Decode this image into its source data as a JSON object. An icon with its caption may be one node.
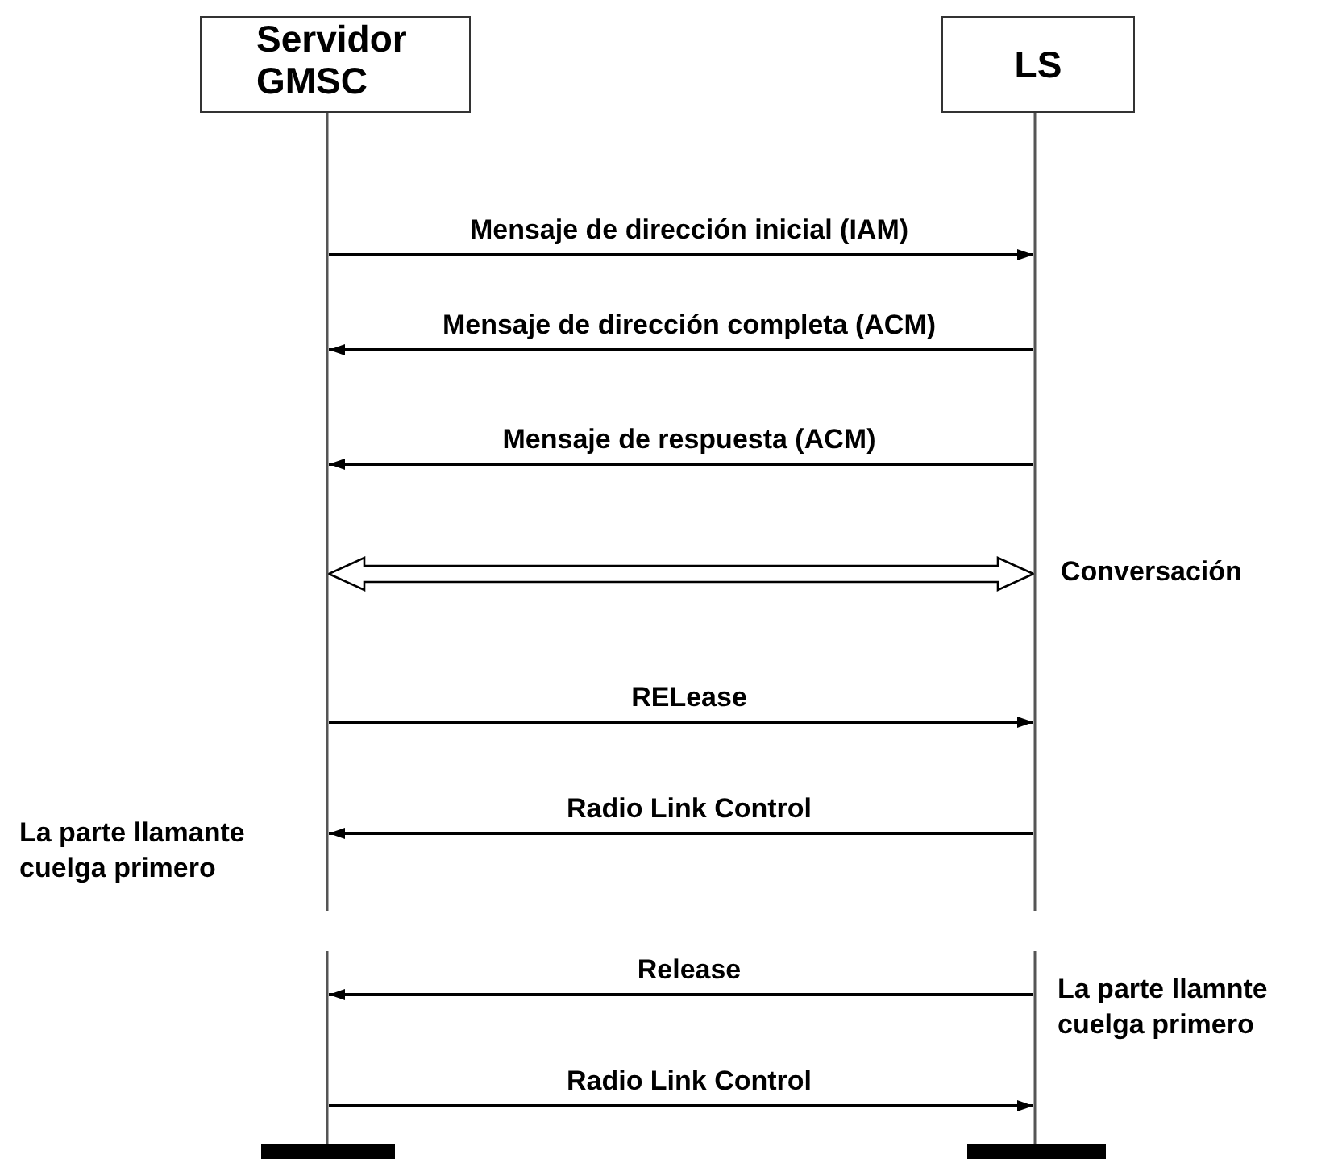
{
  "diagram": {
    "nodes": [
      {
        "text": [
          "Servidor GMSC"
        ]
      },
      {
        "text": [
          "LS"
        ]
      },
      {
        "text": [],
        "shape": "line"
      },
      {
        "text": [],
        "shape": "line"
      }
    ],
    "edges": [
      {
        "from": 2,
        "to": 3,
        "arrow": "to",
        "label": "Mensaje de dirección inicial (IAM)"
      },
      {
        "from": 3,
        "to": 2,
        "arrow": "to",
        "label": "Mensaje de dirección completa (ACM)"
      },
      {
        "from": 3,
        "to": 2,
        "arrow": "to",
        "label": "Mensaje de respuesta (ACM)"
      },
      {
        "from": 2,
        "to": 3,
        "arrow": "both",
        "style": "thick"
      },
      {
        "from": 2,
        "to": 3,
        "arrow": "to",
        "label": "RELease"
      },
      {
        "from": 3,
        "to": 2,
        "arrow": "to",
        "label": "Radio Link Control"
      },
      {
        "from": 3,
        "to": 2,
        "arrow": "to",
        "label": "Release"
      },
      {
        "from": 2,
        "to": 3,
        "arrow": "to",
        "label": "Radio Link Control"
      }
    ],
    "labels": [
      "Conversación",
      "La parte llamante cuelga primero",
      "La parte llamnte cuelga primero"
    ]
  }
}
